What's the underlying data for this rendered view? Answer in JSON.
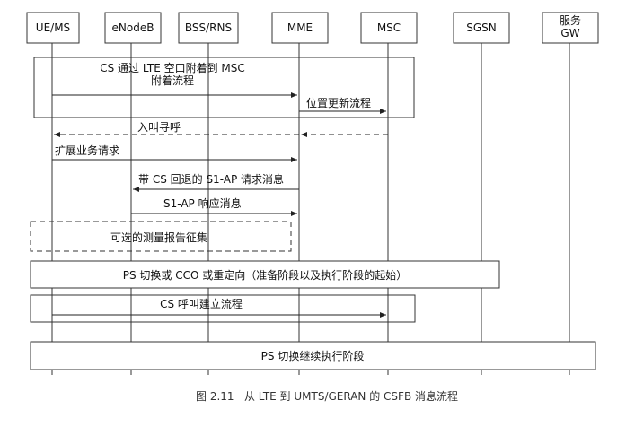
{
  "nodes": [
    "UE/MS",
    "eNodeB",
    "BSS/RNS",
    "MME",
    "MSC",
    "SGSN",
    "服务|GW"
  ],
  "frame_full_attach": "CS 通过 LTE 空口附着到 MSC|附着流程",
  "msg_location_update": "位置更新流程",
  "msg_paging": "入叫寻呼",
  "msg_ext_service": "扩展业务请求",
  "msg_s1ap_req": "带 CS 回退的 S1-AP 请求消息",
  "msg_s1ap_resp": "S1-AP 响应消息",
  "box_meas": "可选的测量报告征集",
  "box_ps_handover": "PS 切换或 CCO 或重定向（准备阶段以及执行阶段的起始）",
  "box_cs_call": "CS 呼叫建立流程",
  "box_ps_continue": "PS 切换继续执行阶段",
  "caption": "图 2.11   从 LTE 到 UMTS/GERAN 的 CSFB 消息流程"
}
